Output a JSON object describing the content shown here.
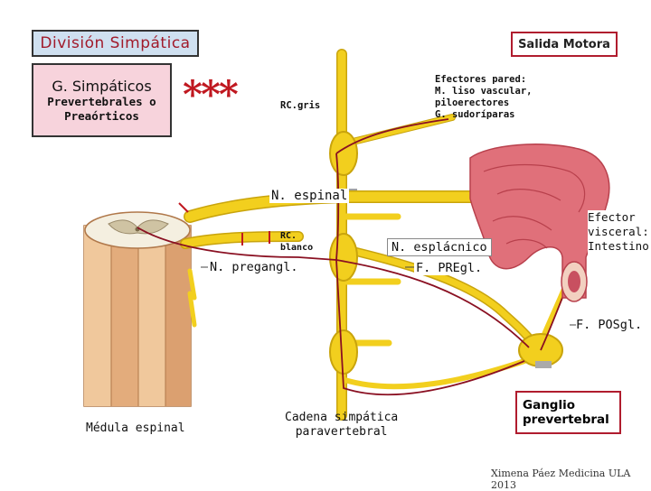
{
  "title": "División Simpática",
  "salida": "Salida Motora",
  "ganglios": {
    "line1": "G. Simpáticos",
    "line2": "Prevertebrales o",
    "line3": "Preaórticos"
  },
  "asterisks": "***",
  "labels": {
    "rc_gris": "RC.gris",
    "efectores_pared": [
      "Efectores pared:",
      "M. liso vascular,",
      "piloerectores",
      "G. sudoríparas"
    ],
    "n_espinal": "N. espinal",
    "rc_blanco": [
      "RC.",
      "blanco"
    ],
    "n_pregangl": "N. pregangl.",
    "n_esplacnico": "N. esplácnico",
    "f_pregl": "F. PREgl.",
    "efector_visceral": [
      "Efector",
      "visceral:",
      "Intestino"
    ],
    "f_posgl": "F. POSgl.",
    "medula": "Médula espinal",
    "cadena": [
      "Cadena simpática",
      "paravertebral"
    ],
    "ganglio_prev": [
      "Ganglio",
      "prevertebral"
    ]
  },
  "credit": "Ximena Páez Medicina ULA 2013",
  "colors": {
    "nerve": "#f2cf1e",
    "nerve_edge": "#c9a40c",
    "fiber": "#8a1022",
    "intestine": "#e0707a",
    "intestine_dark": "#b8404c",
    "cord_gray": "#d9c9a6",
    "accent": "#b01c2e"
  }
}
